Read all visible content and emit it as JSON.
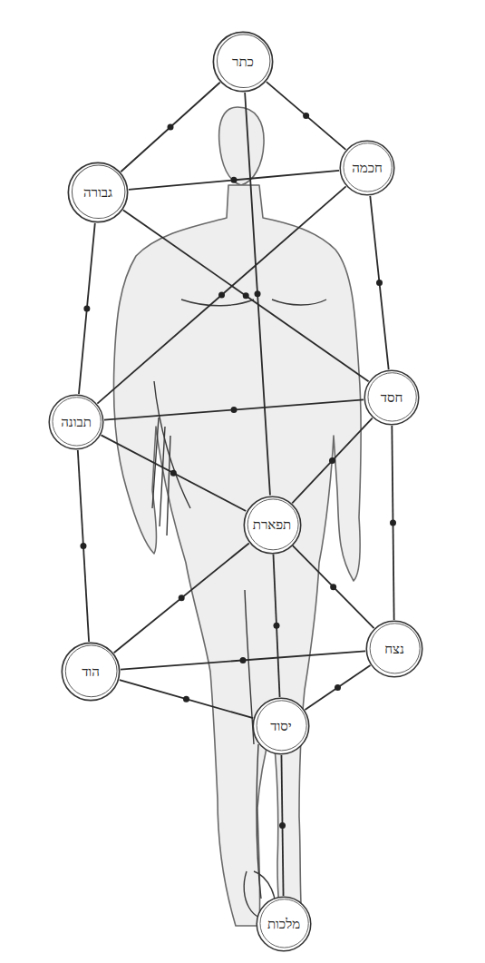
{
  "diagram": {
    "nodes": [
      {
        "text": [
          "כתר"
        ]
      },
      {
        "text": [
          "חכמה"
        ]
      },
      {
        "text": [
          "גבורה"
        ]
      },
      {
        "text": [
          "חסד"
        ]
      },
      {
        "text": [
          "תבונה"
        ]
      },
      {
        "text": [
          "תפארת"
        ]
      },
      {
        "text": [
          "נצח"
        ]
      },
      {
        "text": [
          "הוד"
        ]
      },
      {
        "text": [
          "יסוד"
        ]
      },
      {
        "text": [
          "מלכות"
        ]
      }
    ],
    "edges": [
      {
        "from": 0,
        "to": 1,
        "arrow": "none"
      },
      {
        "from": 0,
        "to": 2,
        "arrow": "none"
      },
      {
        "from": 0,
        "to": 5,
        "arrow": "none"
      },
      {
        "from": 2,
        "to": 1,
        "arrow": "none"
      },
      {
        "from": 1,
        "to": 3,
        "arrow": "none"
      },
      {
        "from": 2,
        "to": 4,
        "arrow": "none"
      },
      {
        "from": 2,
        "to": 3,
        "arrow": "none"
      },
      {
        "from": 1,
        "to": 4,
        "arrow": "none"
      },
      {
        "from": 4,
        "to": 3,
        "arrow": "none"
      },
      {
        "from": 4,
        "to": 5,
        "arrow": "none"
      },
      {
        "from": 3,
        "to": 5,
        "arrow": "none"
      },
      {
        "from": 4,
        "to": 7,
        "arrow": "none"
      },
      {
        "from": 3,
        "to": 6,
        "arrow": "none"
      },
      {
        "from": 5,
        "to": 7,
        "arrow": "none"
      },
      {
        "from": 5,
        "to": 6,
        "arrow": "none"
      },
      {
        "from": 7,
        "to": 6,
        "arrow": "none"
      },
      {
        "from": 7,
        "to": 8,
        "arrow": "none"
      },
      {
        "from": 6,
        "to": 8,
        "arrow": "none"
      },
      {
        "from": 5,
        "to": 8,
        "arrow": "none"
      },
      {
        "from": 8,
        "to": 9,
        "arrow": "none"
      }
    ]
  }
}
